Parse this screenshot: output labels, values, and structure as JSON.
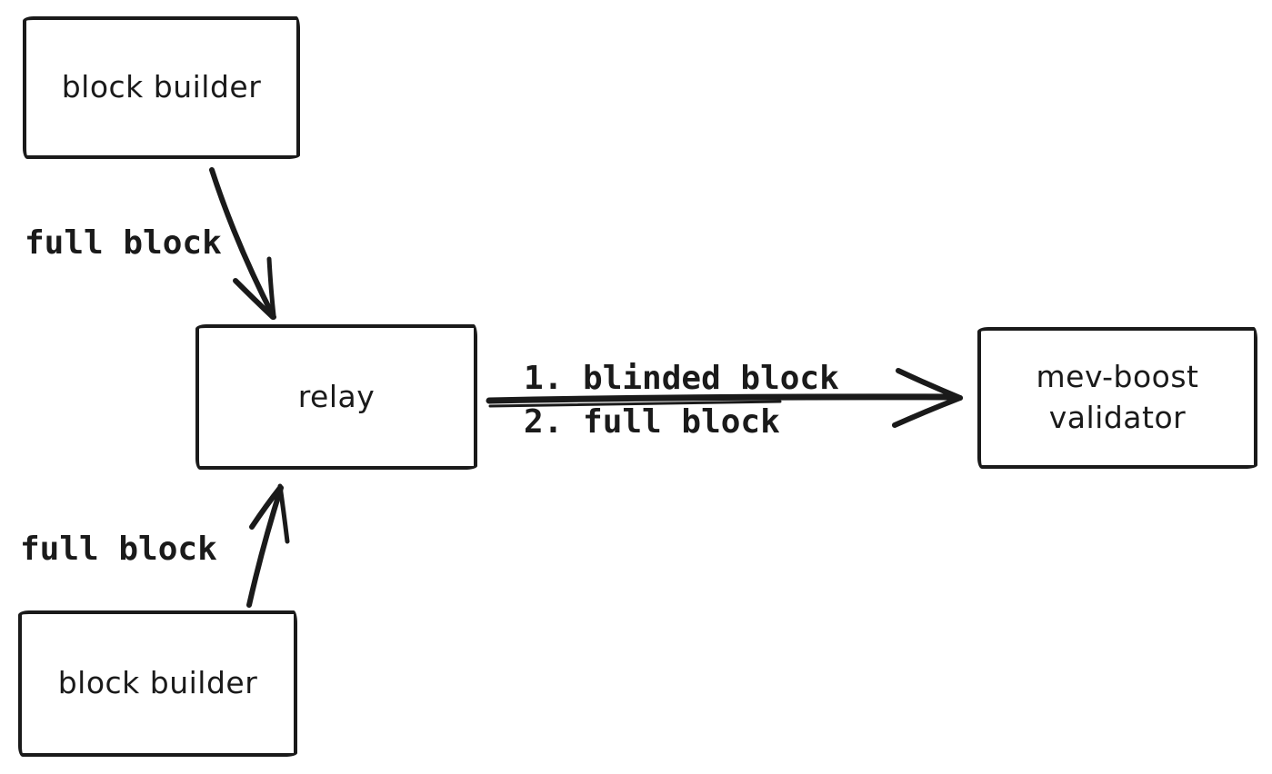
{
  "canvas": {
    "background": "#ffffff",
    "stroke_color": "#1a1a1a"
  },
  "nodes": {
    "builder_top": {
      "label": "block builder"
    },
    "relay": {
      "label": "relay"
    },
    "validator": {
      "label_line1": "mev-boost",
      "label_line2": "validator"
    },
    "builder_bottom": {
      "label": "block builder"
    }
  },
  "edges": {
    "builder_top_to_relay": {
      "label": "full block"
    },
    "builder_bottom_to_relay": {
      "label": "full block"
    },
    "relay_to_validator": {
      "step1": "1. blinded block",
      "step2": "2. full block"
    }
  }
}
